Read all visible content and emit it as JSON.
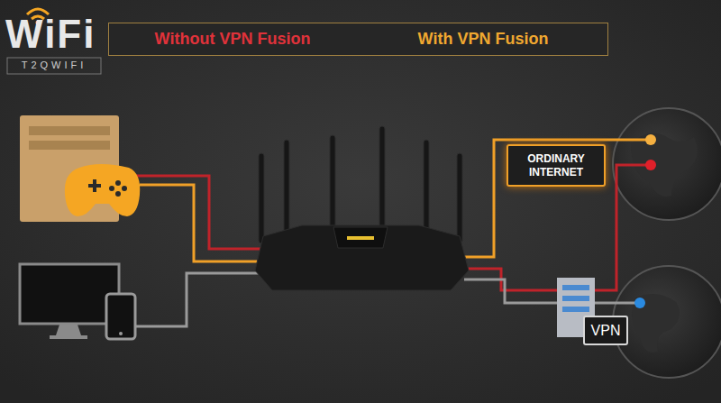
{
  "diagram": {
    "nodes": [
      {
        "text": [
          "Without VPN Fusion",
          "With VPN Fusion"
        ]
      },
      {
        "text": [
          "ORDINARY INTERNET"
        ]
      },
      {
        "text": [
          "VPN"
        ]
      }
    ],
    "labels": [
      "WiFi",
      "T2QWIFI"
    ]
  }
}
